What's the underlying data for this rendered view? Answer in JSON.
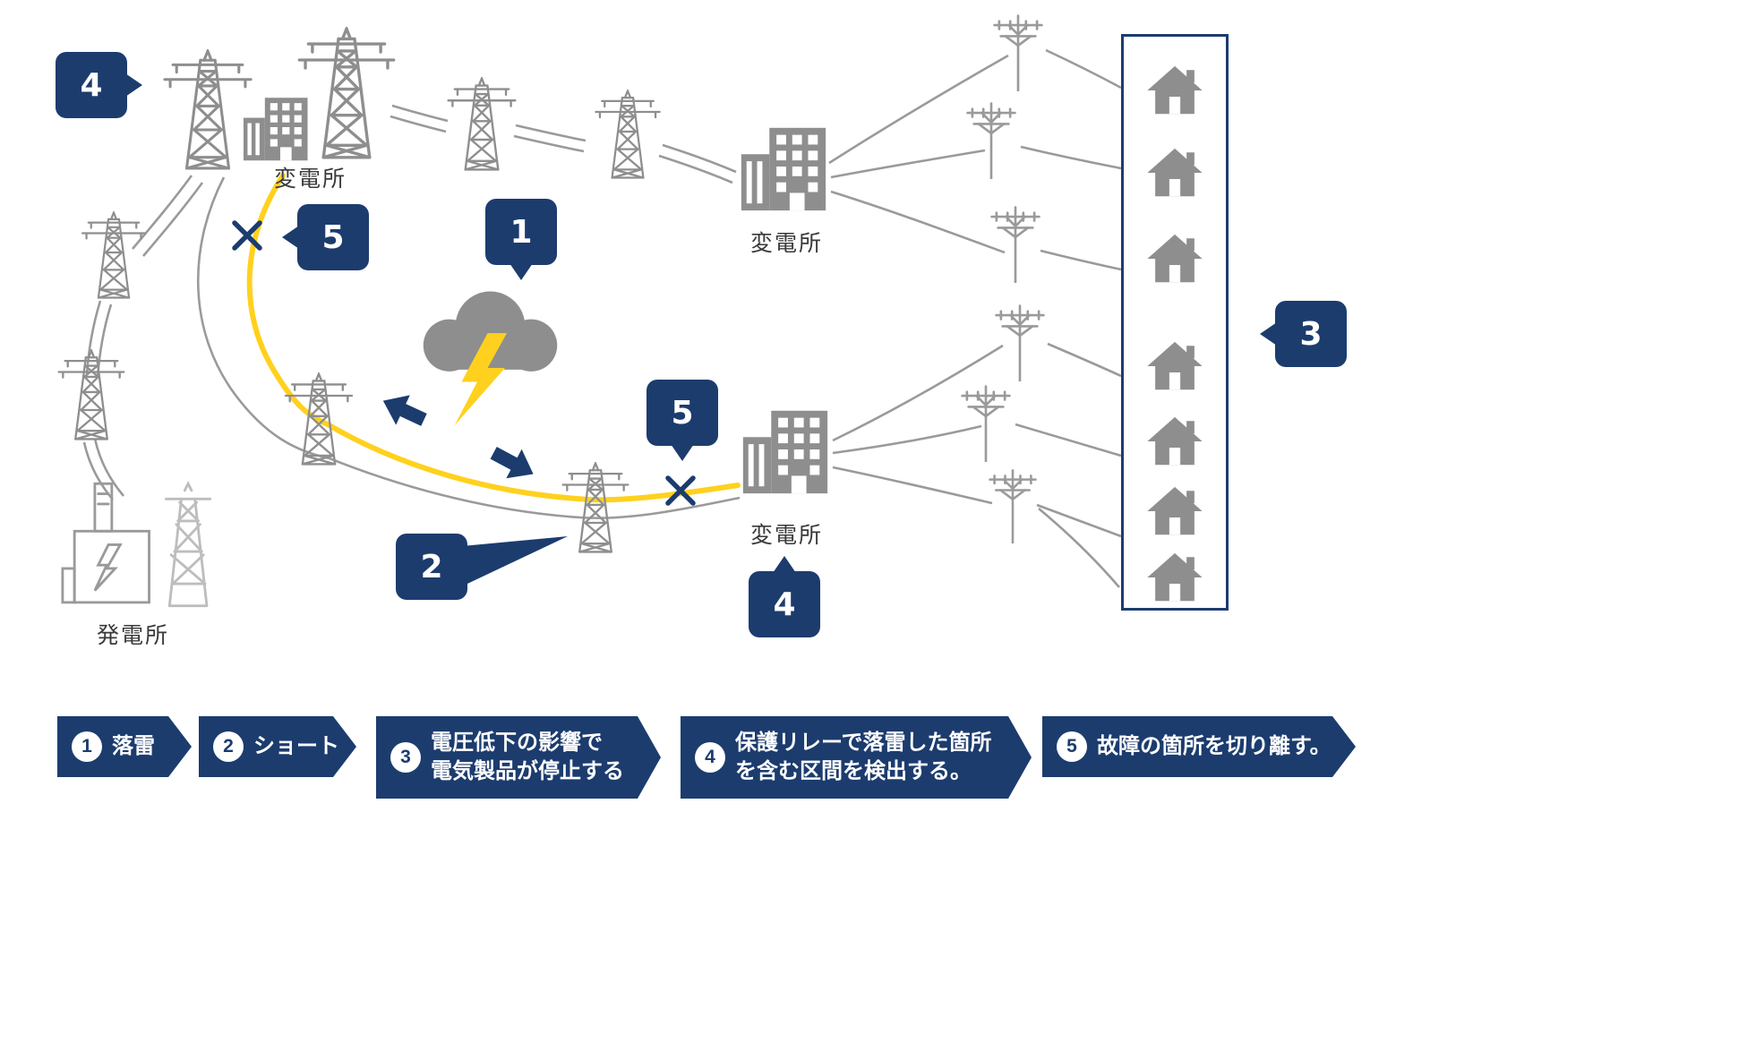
{
  "colors": {
    "navy": "#1c3c6e",
    "yellow": "#ffd11e",
    "icon_gray": "#8e8e8e",
    "line_gray": "#9a9a9a",
    "label_text": "#3a3a3a"
  },
  "diagram": {
    "substation_top_label": "変電所",
    "substation_right_label": "変電所",
    "substation_bottom_label": "変電所",
    "power_plant_label": "発電所",
    "badges": {
      "topleft_4": "4",
      "left_5": "5",
      "cloud_1": "1",
      "mid_5": "5",
      "short_2": "2",
      "bottom_4": "4",
      "houses_3": "3"
    }
  },
  "legend": {
    "steps": [
      {
        "num": "1",
        "lines": [
          "落雷"
        ]
      },
      {
        "num": "2",
        "lines": [
          "ショート"
        ]
      },
      {
        "num": "3",
        "lines": [
          "電圧低下の影響で",
          "電気製品が停止する"
        ]
      },
      {
        "num": "4",
        "lines": [
          "保護リレーで落雷した箇所",
          "を含む区間を検出する。"
        ]
      },
      {
        "num": "5",
        "lines": [
          "故障の箇所を切り離す。"
        ]
      }
    ]
  }
}
